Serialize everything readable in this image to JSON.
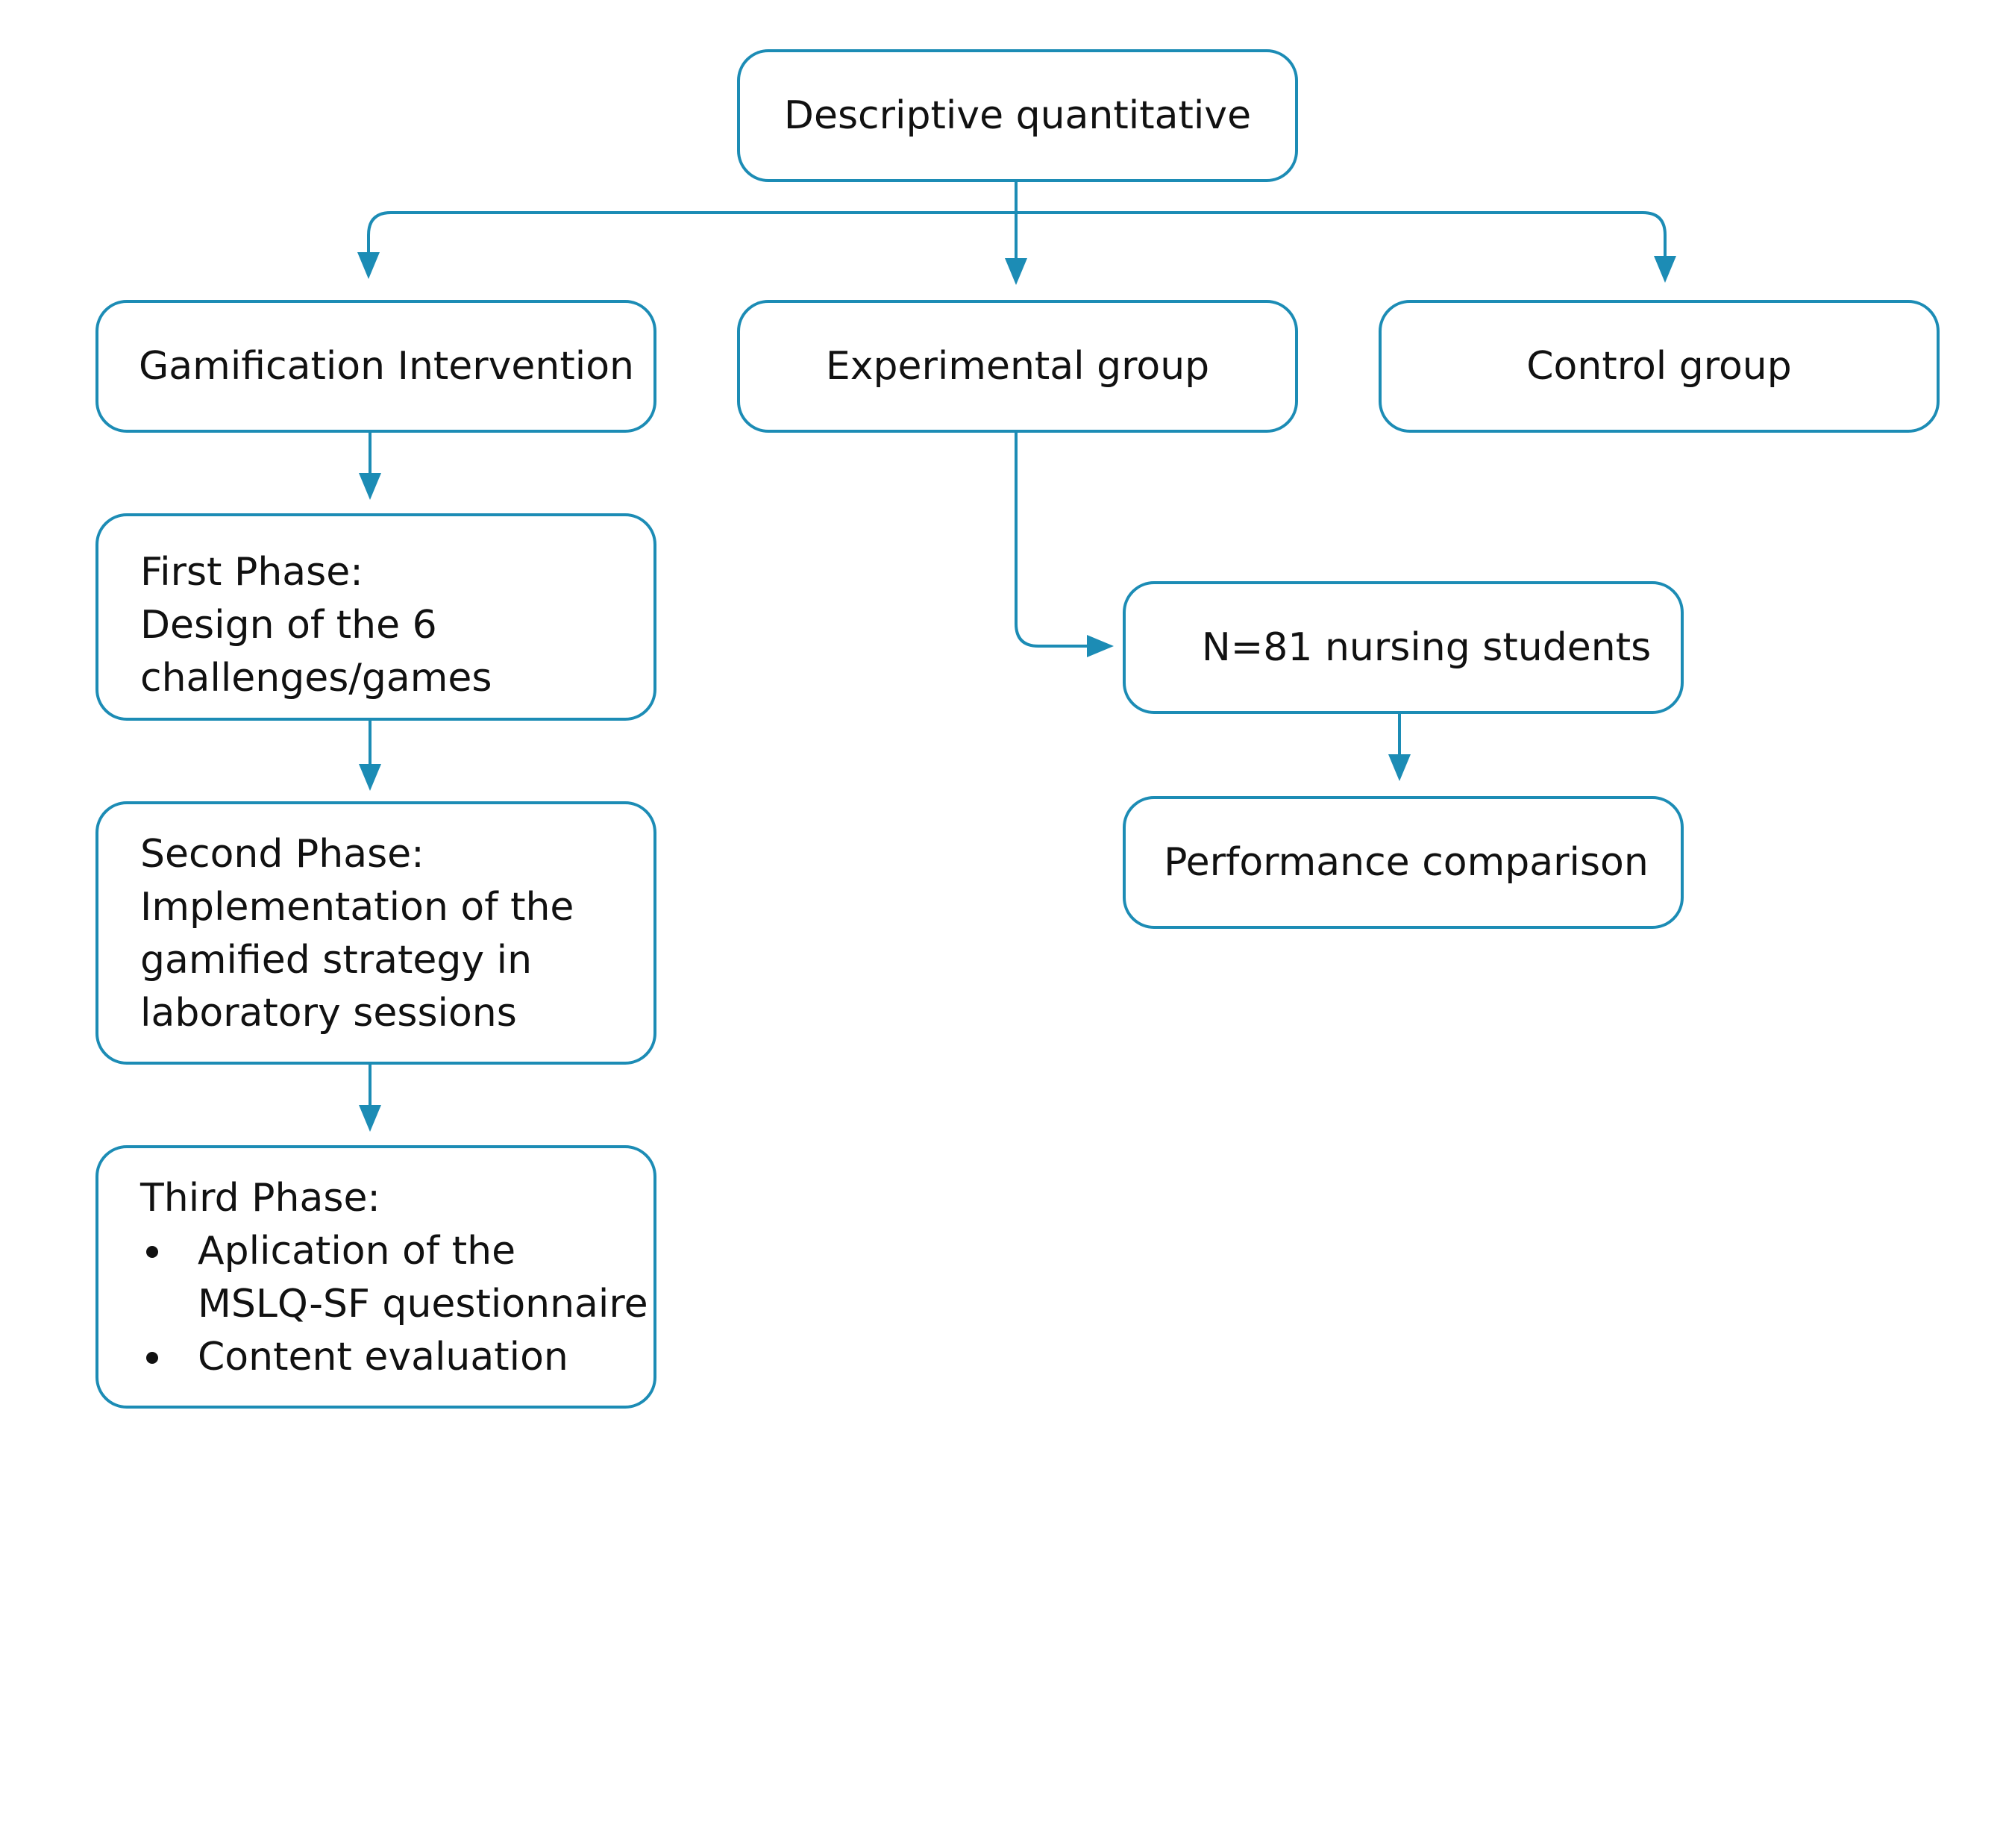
{
  "colors": {
    "stroke": "#1c8cb5",
    "text": "#111111",
    "background": "#ffffff"
  },
  "nodes": {
    "root": {
      "label": "Descriptive quantitative"
    },
    "gamification": {
      "label": "Gamification Intervention"
    },
    "experimental": {
      "label": "Experimental group"
    },
    "control": {
      "label": "Control group"
    },
    "first_phase": {
      "heading": "First Phase:",
      "lines": [
        "Design of the 6",
        "challenges/games"
      ]
    },
    "second_phase": {
      "heading": "Second Phase:",
      "lines": [
        "Implementation of the",
        "gamified strategy in",
        "laboratory sessions"
      ]
    },
    "third_phase": {
      "heading": "Third Phase:",
      "bullets": [
        {
          "lines": [
            "Aplication of the",
            "MSLQ-SF questionnaire"
          ]
        },
        {
          "lines": [
            "Content evaluation"
          ]
        }
      ]
    },
    "sample": {
      "label": "N=81 nursing students"
    },
    "performance": {
      "label": "Performance comparison"
    }
  },
  "edges": [
    {
      "from": "root",
      "to": "gamification"
    },
    {
      "from": "root",
      "to": "experimental"
    },
    {
      "from": "root",
      "to": "control"
    },
    {
      "from": "gamification",
      "to": "first_phase"
    },
    {
      "from": "first_phase",
      "to": "second_phase"
    },
    {
      "from": "second_phase",
      "to": "third_phase"
    },
    {
      "from": "experimental",
      "to": "sample"
    },
    {
      "from": "sample",
      "to": "performance"
    }
  ]
}
